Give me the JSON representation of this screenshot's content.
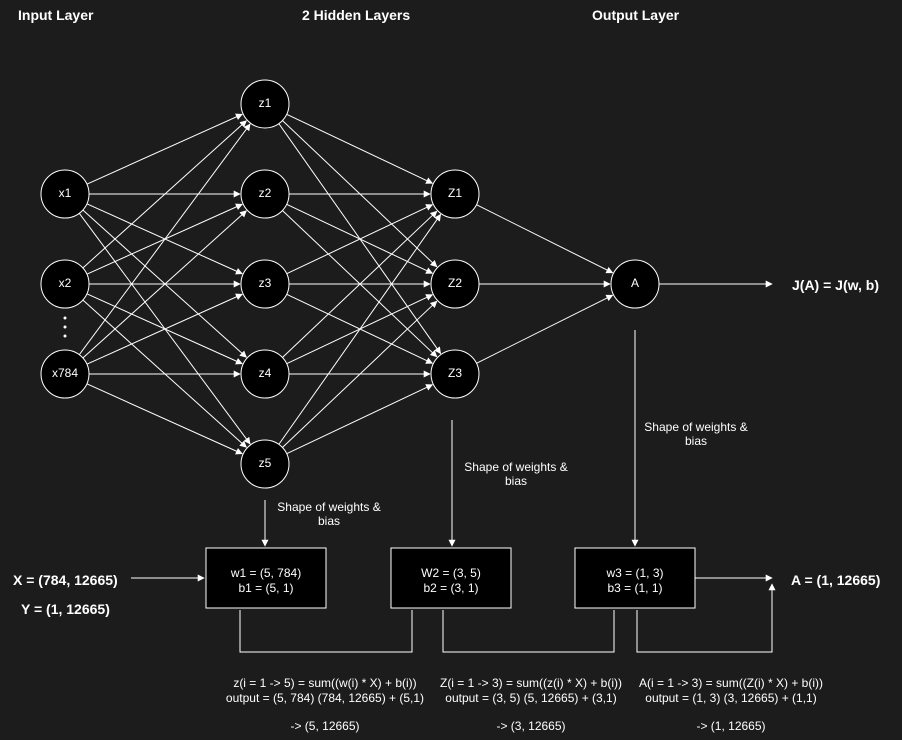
{
  "headers": {
    "input": "Input Layer",
    "hidden": "2 Hidden Layers",
    "output": "Output Layer"
  },
  "nodes": {
    "input": [
      "x1",
      "x2",
      "x784"
    ],
    "hidden1": [
      "z1",
      "z2",
      "z3",
      "z4",
      "z5"
    ],
    "hidden2": [
      "Z1",
      "Z2",
      "Z3"
    ],
    "output": [
      "A"
    ]
  },
  "cost_label": "J(A) = J(w, b)",
  "shape_annotation": "Shape of weights &\nbias",
  "inputs": {
    "x_shape": "X = (784, 12665)",
    "y_shape": "Y = (1, 12665)"
  },
  "output_shape": "A = (1, 12665)",
  "boxes": [
    {
      "line1": "w1 = (5, 784)",
      "line2": "b1 = (5, 1)"
    },
    {
      "line1": "W2 = (3, 5)",
      "line2": "b2 = (3, 1)"
    },
    {
      "line1": "w3 = (1, 3)",
      "line2": "b3 = (1, 1)"
    }
  ],
  "formulas": [
    {
      "line1": "z(i = 1 -> 5) = sum((w(i) * X) + b(i))",
      "line2": "output = (5, 784) (784, 12665) + (5,1)",
      "result": "-> (5, 12665)"
    },
    {
      "line1": "Z(i = 1 -> 3) = sum((z(i) * X) + b(i))",
      "line2": "output = (3, 5) (5, 12665) + (3,1)",
      "result": "-> (3, 12665)"
    },
    {
      "line1": "A(i = 1 -> 3) = sum((Z(i) * X) + b(i))",
      "line2": "output = (1, 3) (3, 12665) + (1,1)",
      "result": "-> (1, 12665)"
    }
  ],
  "colors": {
    "background": "#1c1c1c",
    "node_fill": "#000000",
    "stroke": "#ffffff"
  }
}
